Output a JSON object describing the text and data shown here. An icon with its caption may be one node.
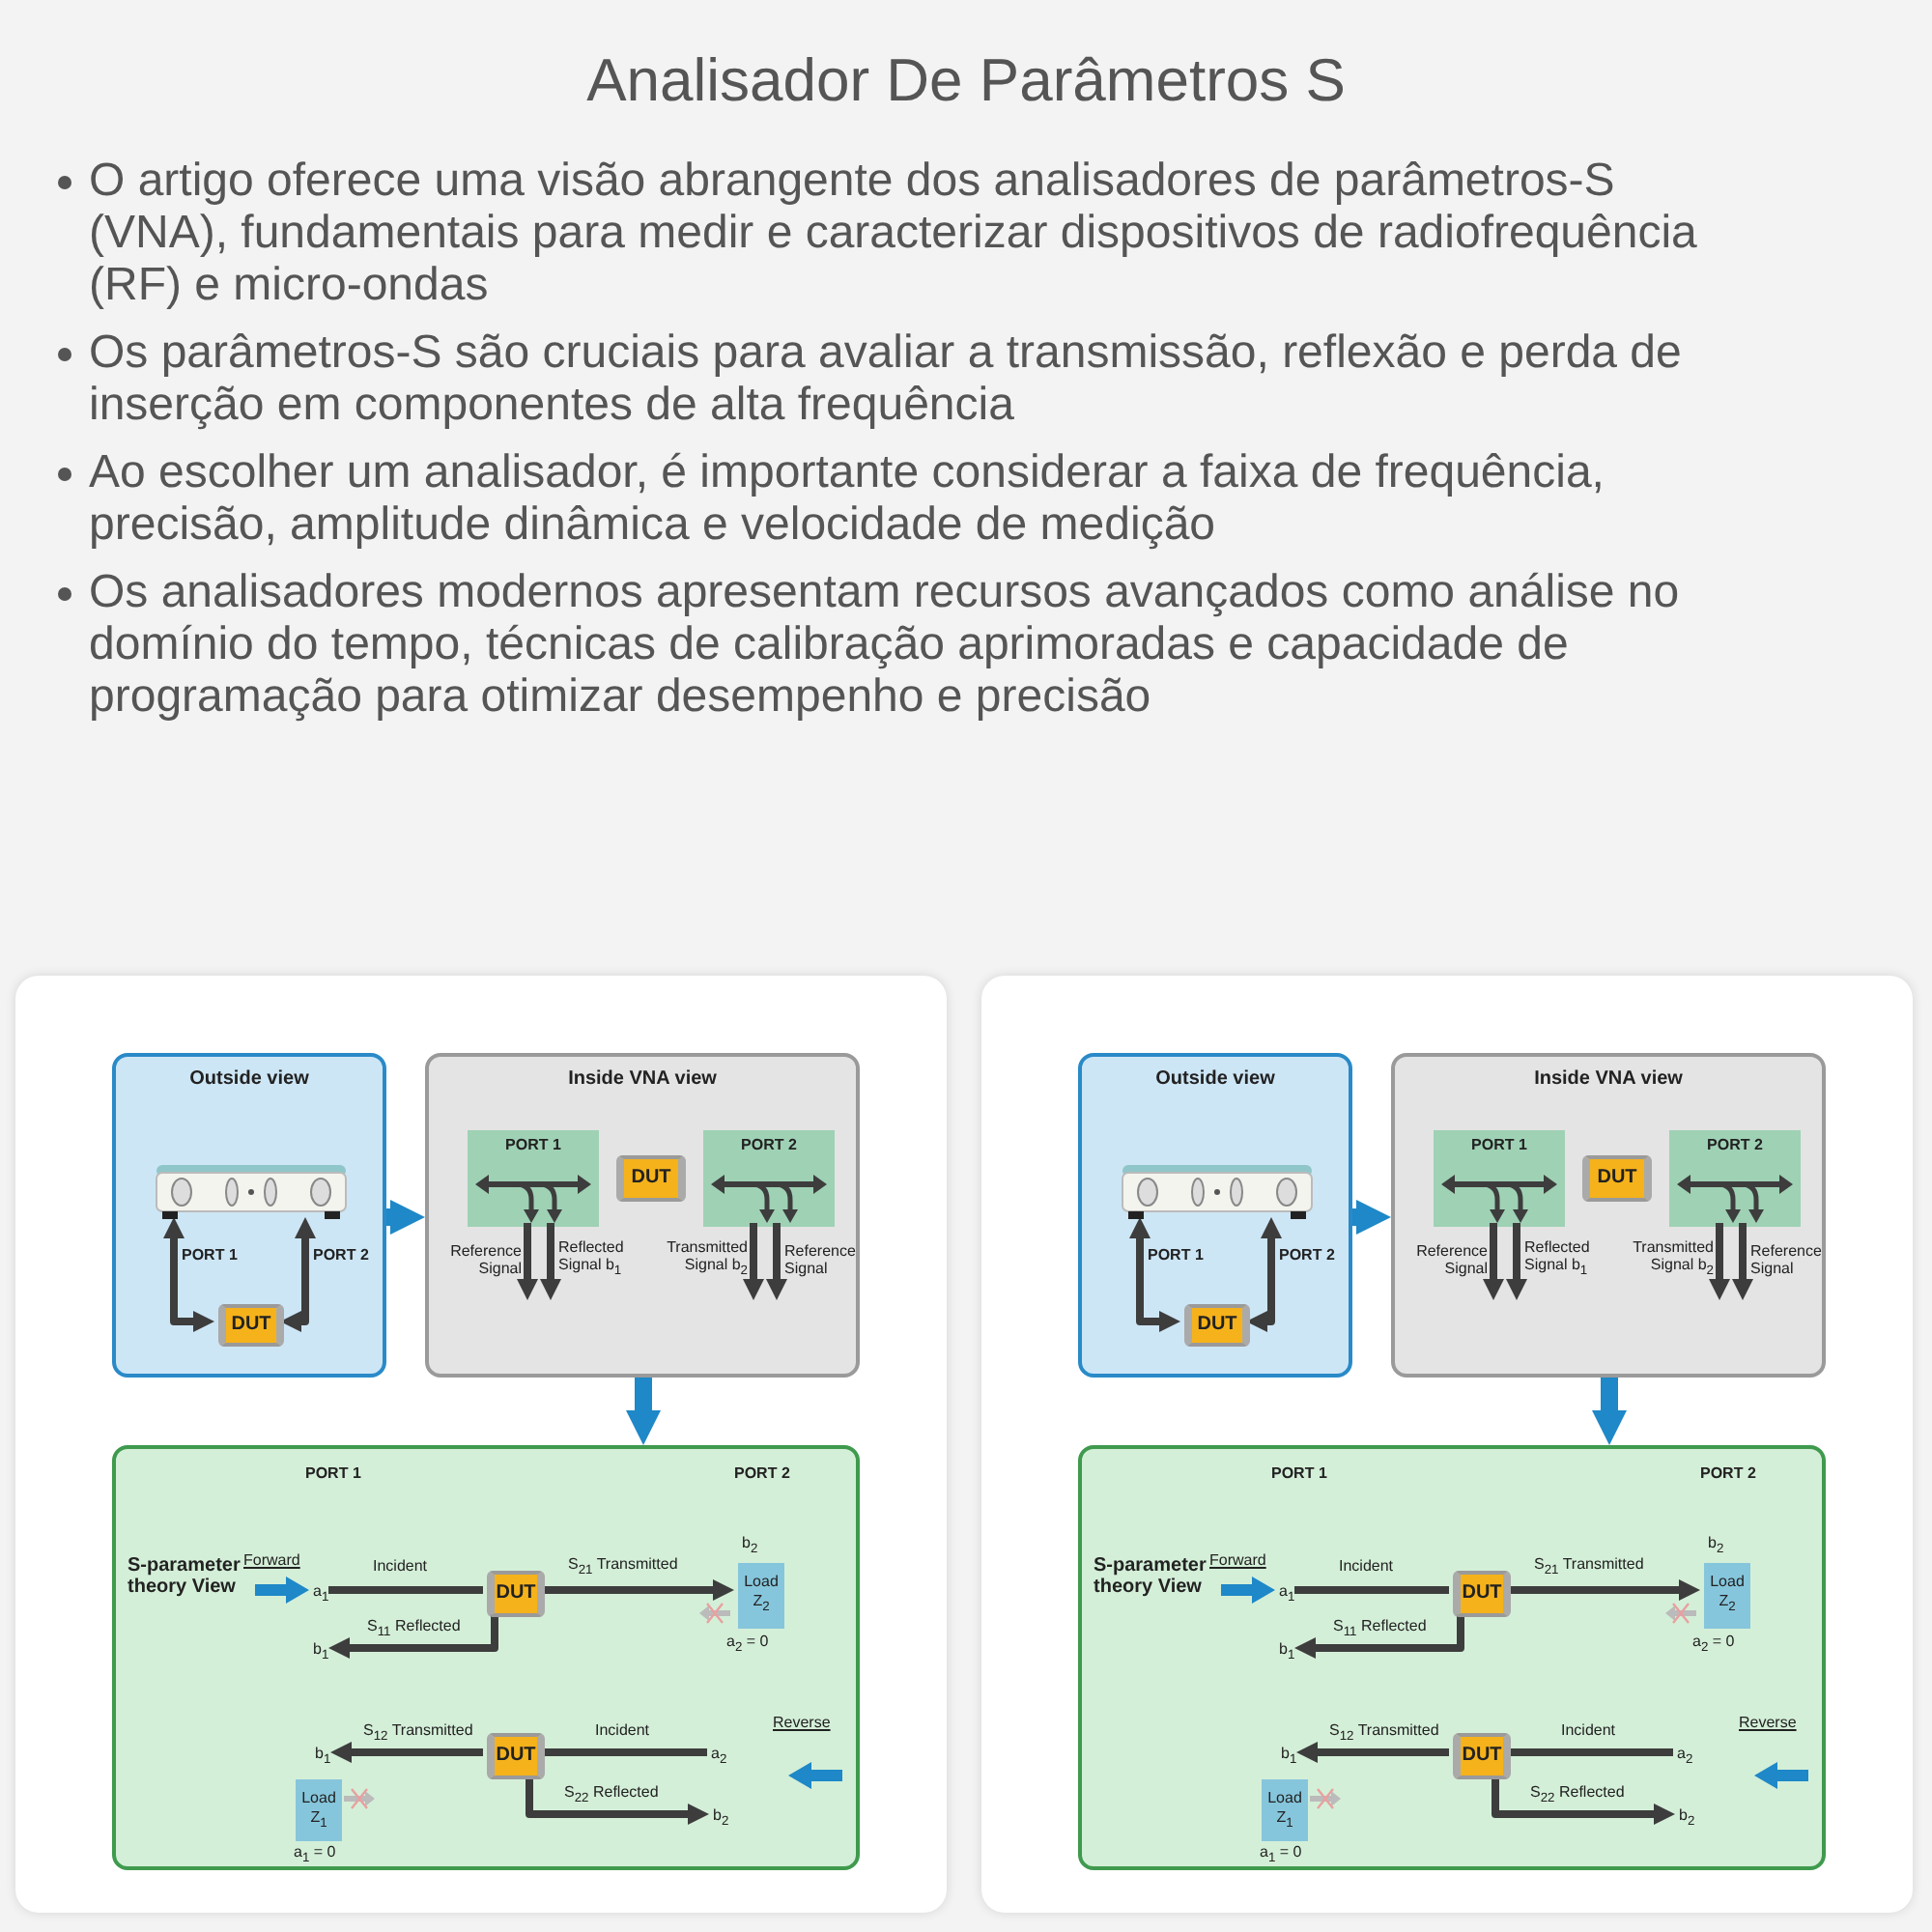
{
  "diagram": {
    "title": "Analisador De Parâmetros S",
    "nodes": [
      {
        "text": [
          "Outside view"
        ]
      },
      {
        "text": [],
        "shape": "picture",
        "in": 0
      },
      {
        "text": [
          "DUT"
        ],
        "in": 0
      },
      {
        "text": [
          "Inside VNA view"
        ]
      },
      {
        "text": [
          "PORT 1"
        ],
        "in": 3
      },
      {
        "text": [
          "DUT"
        ],
        "in": 3
      },
      {
        "text": [
          "PORT 2"
        ],
        "in": 3
      },
      {
        "text": [
          "S-parameter theory View"
        ]
      },
      {
        "text": [
          "DUT"
        ],
        "in": 7
      },
      {
        "text": [
          "Load Z$_{2}$"
        ],
        "in": 7,
        "beside": [
          "b$_{2}$",
          "a$_{2}$ = 0"
        ]
      },
      {
        "text": [
          "DUT"
        ],
        "in": 7
      },
      {
        "text": [
          "Load Z$_{1}$"
        ],
        "in": 7,
        "beside": [
          "a$_{1}$ = 0"
        ]
      },
      {
        "text": [
          "a$_{1}$"
        ],
        "in": 7
      },
      {
        "text": [
          "b$_{1}$"
        ],
        "in": 7
      },
      {
        "text": [
          "a$_{2}$"
        ],
        "in": 7
      },
      {
        "text": [
          "b$_{1}$"
        ],
        "in": 7
      },
      {
        "text": [
          "b$_{2}$"
        ],
        "in": 7
      },
      {
        "text": [
          "Outside view"
        ]
      },
      {
        "text": [],
        "shape": "picture",
        "in": 17
      },
      {
        "text": [
          "DUT"
        ],
        "in": 17
      },
      {
        "text": [
          "Inside VNA view"
        ]
      },
      {
        "text": [
          "PORT 1"
        ],
        "in": 20
      },
      {
        "text": [
          "DUT"
        ],
        "in": 20
      },
      {
        "text": [
          "PORT 2"
        ],
        "in": 20
      },
      {
        "text": [
          "S-parameter theory View"
        ]
      },
      {
        "text": [
          "DUT"
        ],
        "in": 24
      },
      {
        "text": [
          "Load Z$_{2}$"
        ],
        "in": 24,
        "beside": [
          "b$_{2}$",
          "a$_{2}$ = 0"
        ]
      },
      {
        "text": [
          "DUT"
        ],
        "in": 24
      },
      {
        "text": [
          "Load Z$_{1}$"
        ],
        "in": 24,
        "beside": [
          "a$_{1}$ = 0"
        ]
      },
      {
        "text": [
          "a$_{1}$"
        ],
        "in": 24
      },
      {
        "text": [
          "b$_{1}$"
        ],
        "in": 24
      },
      {
        "text": [
          "a$_{2}$"
        ],
        "in": 24
      },
      {
        "text": [
          "b$_{1}$"
        ],
        "in": 24
      },
      {
        "text": [
          "b$_{2}$"
        ],
        "in": 24
      }
    ],
    "edges": [
      {
        "from": 0,
        "to": 3,
        "arrow": "to",
        "style": "thick",
        "color": "#1e88c8"
      },
      {
        "from": 3,
        "to": 7,
        "arrow": "to",
        "style": "thick",
        "color": "#1e88c8"
      },
      {
        "from": 1,
        "to": 2,
        "arrow": "both",
        "label": "PORT 1"
      },
      {
        "from": 1,
        "to": 2,
        "arrow": "both",
        "label": "PORT 2"
      },
      {
        "from": 4,
        "to": null,
        "arrow": "to",
        "label": "Reference Signal"
      },
      {
        "from": 4,
        "to": null,
        "arrow": "to",
        "label": "Reflected Signal b$_{1}$"
      },
      {
        "from": 6,
        "to": null,
        "arrow": "to",
        "label": "Transmitted Signal b$_{2}$"
      },
      {
        "from": 6,
        "to": null,
        "arrow": "to",
        "label": "Reference Signal"
      },
      {
        "from": 12,
        "to": 8,
        "arrow": "none",
        "label": "Incident"
      },
      {
        "from": 8,
        "to": 9,
        "arrow": "to",
        "label": "S$_{21}$ Transmitted"
      },
      {
        "from": 8,
        "to": 13,
        "arrow": "to",
        "label": "S$_{11}$ Reflected"
      },
      {
        "from": 14,
        "to": 10,
        "arrow": "none",
        "label": "Incident"
      },
      {
        "from": 10,
        "to": 15,
        "arrow": "to",
        "label": "S$_{12}$ Transmitted"
      },
      {
        "from": 10,
        "to": 16,
        "arrow": "to",
        "label": "S$_{22}$ Reflected"
      },
      {
        "from": 17,
        "to": 20,
        "arrow": "to",
        "style": "thick",
        "color": "#1e88c8"
      },
      {
        "from": 20,
        "to": 24,
        "arrow": "to",
        "style": "thick",
        "color": "#1e88c8"
      },
      {
        "from": 18,
        "to": 19,
        "arrow": "both",
        "label": "PORT 1"
      },
      {
        "from": 18,
        "to": 19,
        "arrow": "both",
        "label": "PORT 2"
      },
      {
        "from": 21,
        "to": null,
        "arrow": "to",
        "label": "Reference Signal"
      },
      {
        "from": 21,
        "to": null,
        "arrow": "to",
        "label": "Reflected Signal b$_{1}$"
      },
      {
        "from": 23,
        "to": null,
        "arrow": "to",
        "label": "Transmitted Signal b$_{2}$"
      },
      {
        "from": 23,
        "to": null,
        "arrow": "to",
        "label": "Reference Signal"
      },
      {
        "from": 29,
        "to": 25,
        "arrow": "none",
        "label": "Incident"
      },
      {
        "from": 25,
        "to": 26,
        "arrow": "to",
        "label": "S$_{21}$ Transmitted"
      },
      {
        "from": 25,
        "to": 30,
        "arrow": "to",
        "label": "S$_{11}$ Reflected"
      },
      {
        "from": 31,
        "to": 27,
        "arrow": "none",
        "label": "Incident"
      },
      {
        "from": 27,
        "to": 32,
        "arrow": "to",
        "label": "S$_{12}$ Transmitted"
      },
      {
        "from": 27,
        "to": 33,
        "arrow": "to",
        "label": "S$_{22}$ Reflected"
      }
    ],
    "labels": [
      "O artigo oferece uma visão abrangente dos analisadores de parâmetros-S (VNA), fundamentais para medir e caracterizar dispositivos de radiofrequência (RF) e micro-ondas",
      "Os parâmetros-S são cruciais para avaliar a transmissão, reflexão e perda de inserção em componentes de alta frequência",
      "Ao escolher um analisador, é importante considerar a faixa de frequência, precisão, amplitude dinâmica e velocidade de medição",
      "Os analisadores modernos apresentam recursos avançados como análise no domínio do tempo, técnicas de calibração aprimoradas e capacidade de programação para otimizar desempenho e precisão",
      "PORT 1",
      "PORT 2",
      "Forward",
      "Reverse",
      "PORT 1",
      "PORT 2",
      "Forward",
      "Reverse"
    ]
  }
}
